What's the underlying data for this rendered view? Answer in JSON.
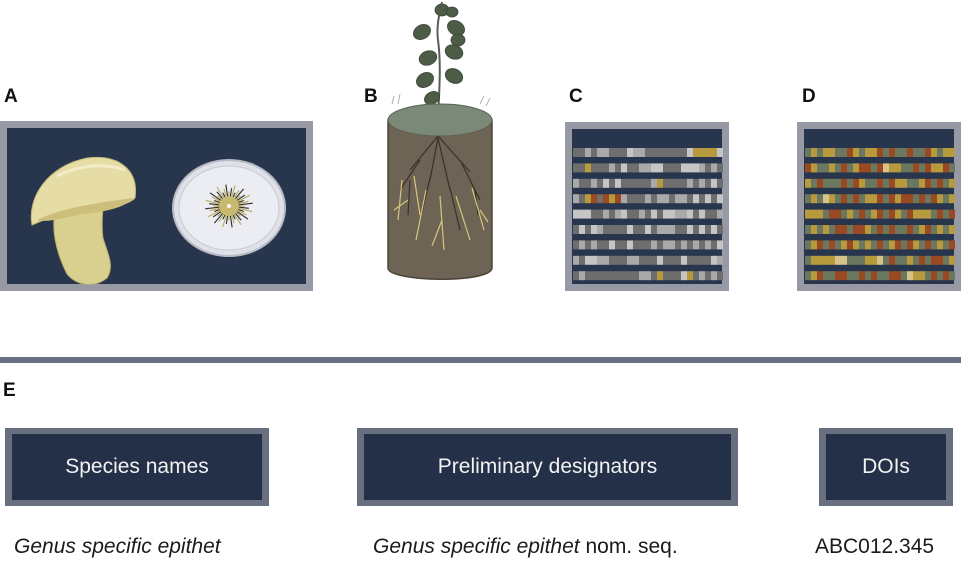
{
  "panels": {
    "A": {
      "letter": "A",
      "content": [
        "mushroom fruiting body",
        "petri dish with fungal culture"
      ]
    },
    "B": {
      "letter": "B",
      "content": [
        "seedling in soil core with roots and mycelium"
      ]
    },
    "C": {
      "letter": "C",
      "content": [
        "sequence barcode, mostly grey with few colored positions"
      ]
    },
    "D": {
      "letter": "D",
      "content": [
        "sequence barcode, fully colored"
      ]
    },
    "E": {
      "letter": "E"
    }
  },
  "colors": {
    "frame": "#979aa5",
    "panel_bg": "#27354d",
    "label_frame": "#68707f",
    "label_bg": "#233047",
    "divider": "#68707f",
    "barcode_palette_grey": [
      "#5a5a5a",
      "#6e6e6e",
      "#8a8a8a",
      "#a9a9a9",
      "#c5c5c5"
    ],
    "barcode_palette_color": [
      "#9a4a22",
      "#6b775f",
      "#b89a3e",
      "#d7c48a"
    ]
  },
  "barcode_c": [
    "1121221113221111111344443",
    "1141112131122331113332121",
    "2112131311111241111212131",
    "2167174721112122122131313",
    "3331121231121313322313112",
    "1313211113113122211313131",
    "1212113113111212212121213",
    "2133221112211131113111132",
    "1211111111122141113412121"
  ],
  "barcode_d": [
    "2323322132331212212213233",
    "1322321231121433221213312",
    "3212221213221213322312123",
    "2324321212331213112121323",
    "3332112321231213213332121",
    "2323211211321212212312323",
    "2312123132321231213212321",
    "2333344222334212232121123",
    "2312211221212211243321212"
  ],
  "labels": [
    {
      "title": "Species names",
      "caption_italic": "Genus specific epithet",
      "caption_plain": ""
    },
    {
      "title": "Preliminary designators",
      "caption_italic": "Genus specific epithet",
      "caption_plain": " nom. seq."
    },
    {
      "title": "DOIs",
      "caption_italic": "",
      "caption_plain": "ABC012.345"
    }
  ]
}
